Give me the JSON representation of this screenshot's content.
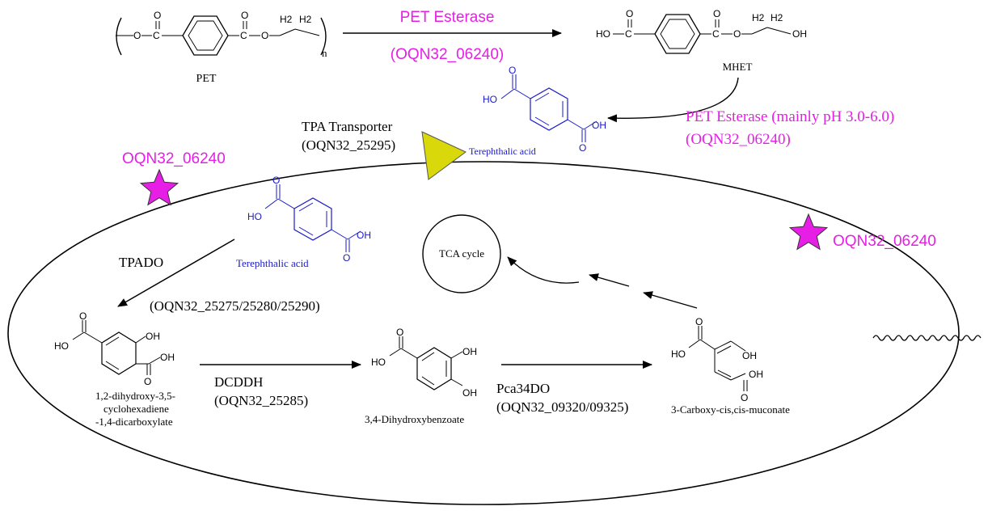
{
  "colors": {
    "enzyme": "#e61ee6",
    "compound": "#1a1acc",
    "ink": "#000000",
    "transporter_fill": "#d8d80a",
    "star_fill": "#e61ee6"
  },
  "pet": {
    "label": "PET",
    "subscript_n": "n",
    "atoms": {
      "o": "O",
      "c": "C",
      "h2": "H2"
    }
  },
  "mhet": {
    "label": "MHET",
    "ho": "HO",
    "oh": "OH",
    "atoms": {
      "o": "O",
      "c": "C",
      "h2": "H2"
    }
  },
  "enzymes": {
    "pet_esterase": "PET Esterase",
    "pet_esterase_gene": "(OQN32_06240)",
    "pet_esterase_ph": "PET Esterase (mainly pH 3.0-6.0)",
    "pet_esterase_ph_gene": "(OQN32_06240)",
    "star_left": "OQN32_06240",
    "star_right": "OQN32_06240"
  },
  "transporter": {
    "label": "TPA Transporter",
    "gene": "(OQN32_25295)"
  },
  "tpa_outside": {
    "label": "Terephthalic acid",
    "ho": "HO",
    "oh": "OH",
    "o": "O"
  },
  "tpa_inside": {
    "label": "Terephthalic acid",
    "ho": "HO",
    "oh": "OH",
    "o": "O"
  },
  "tca": {
    "label": "TCA cycle"
  },
  "steps": {
    "tpado": "TPADO",
    "tpado_gene": "(OQN32_25275/25280/25290)",
    "dcddh": "DCDDH",
    "dcddh_gene": "(OQN32_25285)",
    "pca": "Pca34DO",
    "pca_gene": "(OQN32_09320/09325)"
  },
  "compounds": {
    "dhcd_line1": "1,2-dihydroxy-3,5-",
    "dhcd_line2": "cyclohexadiene",
    "dhcd_line3": "-1,4-dicarboxylate",
    "dhb": "3,4-Dihydroxybenzoate",
    "ccm": "3-Carboxy-cis,cis-muconate",
    "ho": "HO",
    "oh": "OH",
    "o": "O"
  }
}
